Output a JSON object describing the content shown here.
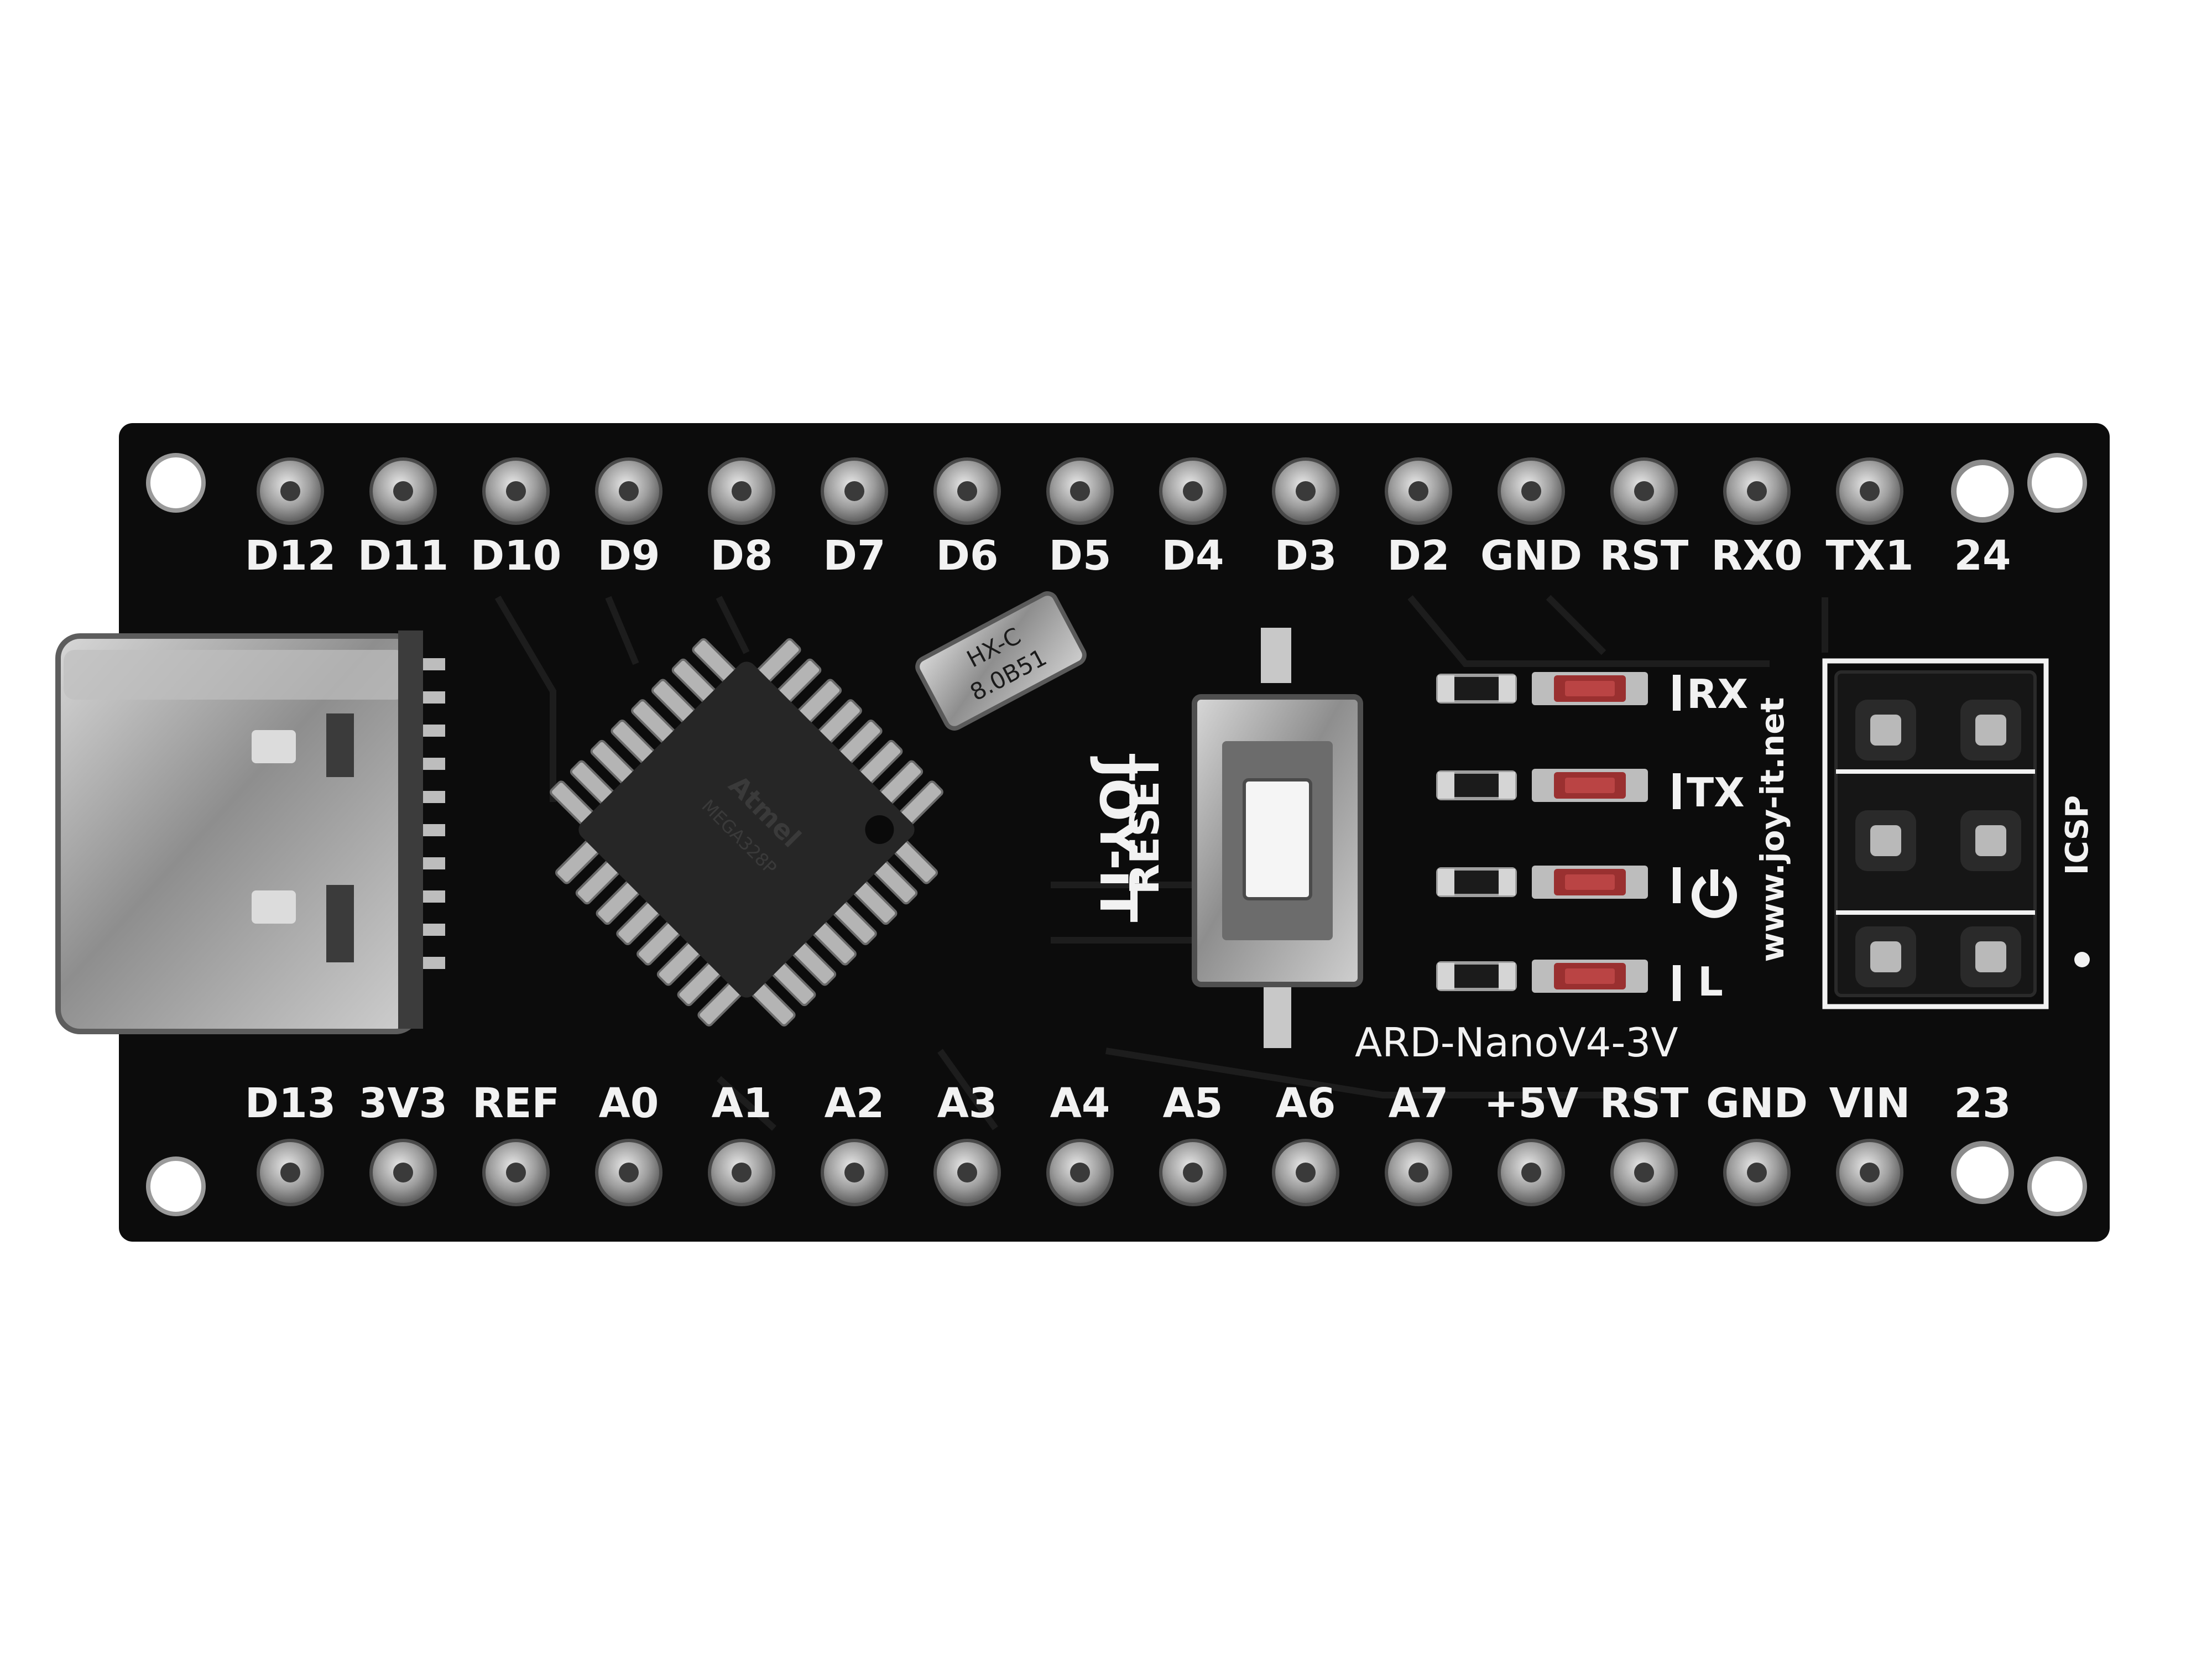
{
  "board": {
    "model": "ARD-NanoV4-3V",
    "brand": "JOY-iT",
    "website": "www.joy-it.net"
  },
  "pins_top": [
    "D12",
    "D11",
    "D10",
    "D9",
    "D8",
    "D7",
    "D6",
    "D5",
    "D4",
    "D3",
    "D2",
    "GND",
    "RST",
    "RX0",
    "TX1",
    "24"
  ],
  "pins_bottom": [
    "D13",
    "3V3",
    "REF",
    "A0",
    "A1",
    "A2",
    "A3",
    "A4",
    "A5",
    "A6",
    "A7",
    "+5V",
    "RST",
    "GND",
    "VIN",
    "23"
  ],
  "labels": {
    "reset": "RESET",
    "icsp": "ICSP",
    "led_rx": "RX",
    "led_tx": "TX",
    "led_l": "L"
  },
  "crystal": {
    "line1": "HX-C",
    "line2": "8.0B51"
  },
  "colors": {
    "pcb": "#0c0c0c",
    "silkscreen": "#f2f2f2",
    "metal": "#a8a8a8",
    "led": "#9a3030"
  }
}
